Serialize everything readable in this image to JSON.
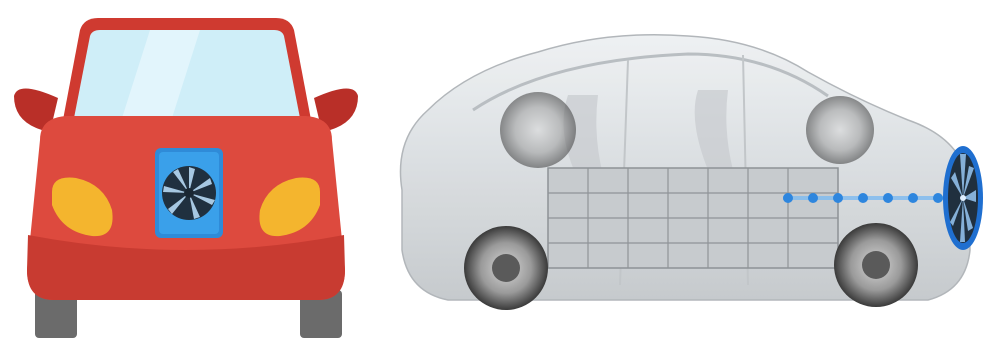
{
  "panels": [
    {
      "id": "front-car-illustration",
      "subject": "red-cartoon-car-front",
      "icon": "fan-turbine-icon"
    },
    {
      "id": "transparent-ev-illustration",
      "subject": "transparent-electric-vehicle-with-battery-pack",
      "icon": "fan-turbine-icon"
    }
  ],
  "colors": {
    "car_body": "#dd4a3e",
    "car_roof": "#cf3a30",
    "car_mirror": "#b92f28",
    "windshield": "#cfeef8",
    "headlight": "#f4b52e",
    "tire": "#6b6b6b",
    "fan_blue": "#2f8bd8",
    "fan_dark": "#20303f",
    "ev_body": "#d9dde0",
    "ev_dot": "#2e86de"
  }
}
